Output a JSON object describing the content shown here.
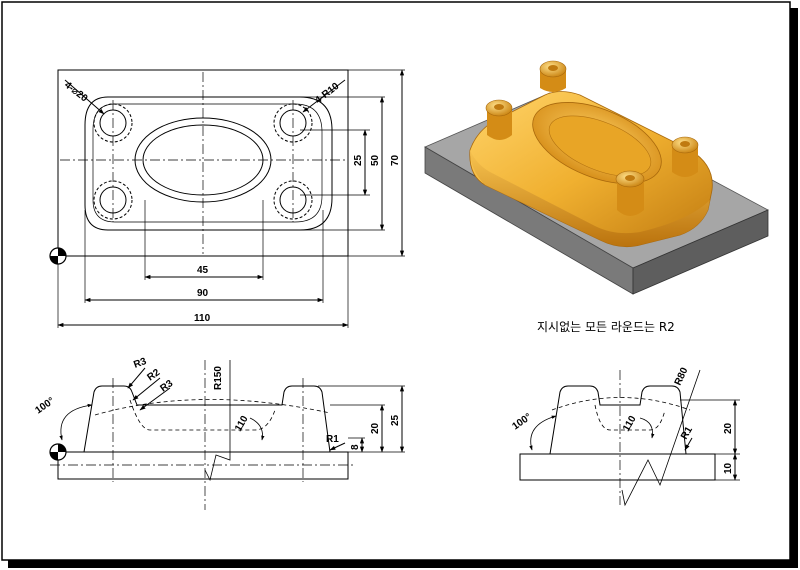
{
  "drawing": {
    "note": "지시없는 모든 라운드는 R2",
    "colors": {
      "ink": "#000000",
      "part": "#f0b030",
      "part_dark": "#c07a10",
      "part_light": "#ffd46a",
      "base_top": "#a6a6a6",
      "base_front": "#7a7a7a",
      "base_side": "#5e5e5e"
    },
    "top_view": {
      "labels": {
        "hole": "4-⌀20",
        "corner_radius": "4-R10",
        "d25": "25",
        "d50": "50",
        "d70": "70",
        "d45": "45",
        "d90": "90",
        "d110": "110"
      }
    },
    "front_section": {
      "labels": {
        "angle": "100°",
        "r3_a": "R3",
        "r2": "R2",
        "r3_b": "R3",
        "r150": "R150",
        "d110": "110",
        "r1": "R1",
        "d20": "20",
        "d25": "25",
        "d8": "8"
      }
    },
    "side_section": {
      "labels": {
        "angle": "100°",
        "d110": "110",
        "r80": "R80",
        "r1": "R1",
        "d20": "20",
        "d10": "10"
      }
    }
  }
}
